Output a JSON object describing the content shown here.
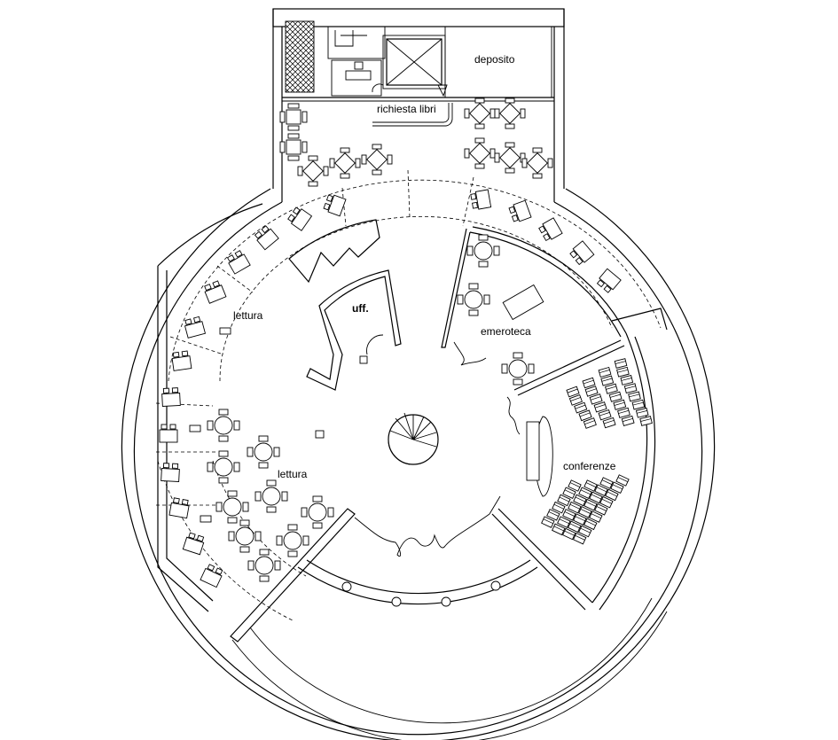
{
  "labels": {
    "deposito": "deposito",
    "richiesta_libri": "richiesta libri",
    "lettura_top": "lettura",
    "uff": "uff.",
    "emeroteca": "emeroteca",
    "lettura_bottom": "lettura",
    "conferenze": "conferenze"
  }
}
